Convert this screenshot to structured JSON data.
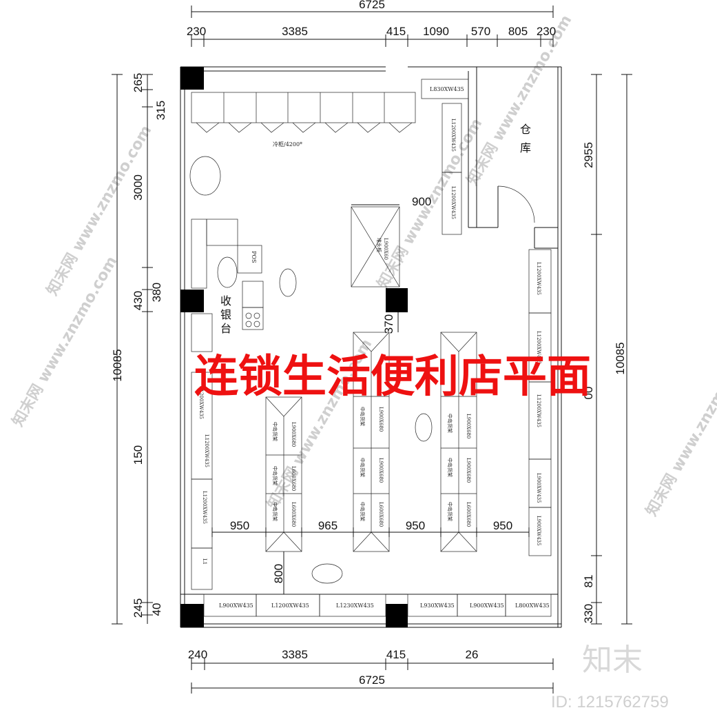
{
  "title": "连锁生活便利店平面",
  "brand": "知末",
  "id_label": "ID: 1215762759",
  "watermark": "知末网 www.znzmo.com",
  "dims": {
    "top_total": "6725",
    "top_segments": [
      "230",
      "3385",
      "415",
      "1090",
      "570",
      "805",
      "230"
    ],
    "bottom_total": "6725",
    "bottom_segments": [
      "240",
      "3385",
      "415",
      "26"
    ],
    "left_total": "10085",
    "left_segments": [
      "265",
      "315",
      "3000",
      "430",
      "380",
      "150",
      "245",
      "40"
    ],
    "right_total": "10085",
    "right_segments": [
      "2955",
      "00",
      "81",
      "330"
    ],
    "aisles": [
      "950",
      "965",
      "950",
      "950"
    ],
    "misc": [
      "900",
      "370",
      "800"
    ]
  },
  "labels": {
    "cooler": "冷柜/4200*",
    "warehouse_1": "仓",
    "warehouse_2": "库",
    "cashier_1": "收",
    "cashier_2": "银",
    "cashier_3": "台",
    "pos": "POS",
    "storage_rack": "堆头柜",
    "storage_rack_size": "L900X60",
    "shelf_mid": "中岛货架",
    "wall_top": "L830XW435",
    "wall_wh_1": "L1200XW435",
    "wall_wh_2": "L1200XW435",
    "bottom_shelves": [
      "L900XW435",
      "L1200XW435",
      "L1230XW435",
      "L930XW435",
      "L900XW435",
      "L800XW435"
    ],
    "left_shelves": [
      "L1200XW435",
      "L1200XW435",
      "L1200XW435",
      "L1"
    ],
    "right_shelves": [
      "L1200XW435",
      "L1200XW435",
      "L1200XW435",
      "L900XW435",
      "L900XW435"
    ],
    "island_sizes": [
      "L900X680",
      "L600X680",
      "L600X680"
    ],
    "island_sizes_mid": [
      "L900X680",
      "L900X680",
      "L600X680"
    ]
  }
}
